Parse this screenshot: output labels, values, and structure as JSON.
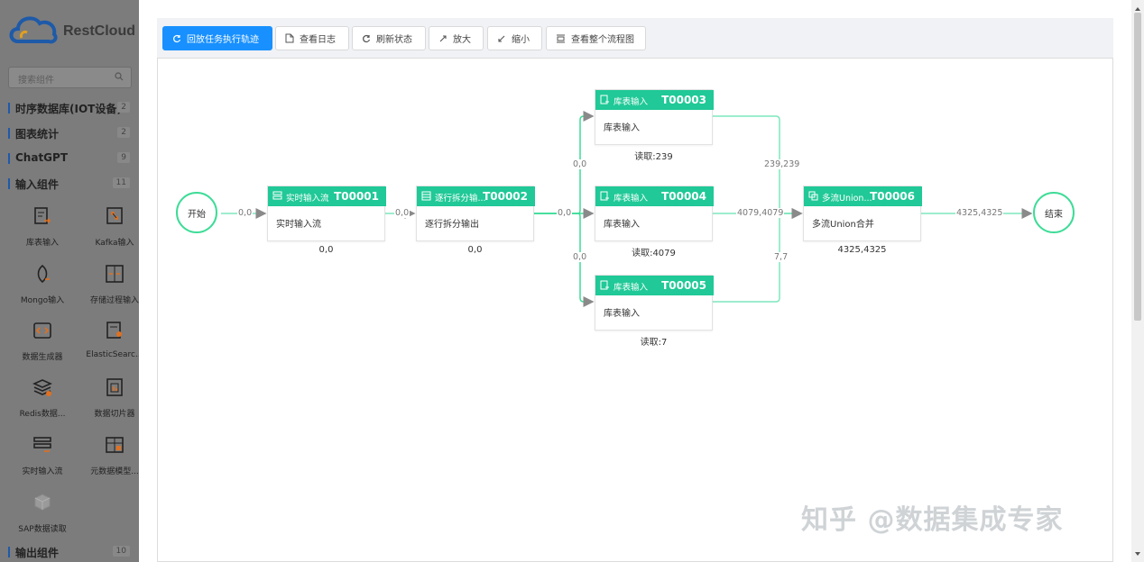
{
  "brand": {
    "name": "RestCloud",
    "cloud_color": "#1e5aa8",
    "accent_color": "#3ddc97"
  },
  "sidebar": {
    "search_placeholder": "搜索组件",
    "categories": [
      {
        "label": "时序数据库(IOT设备)",
        "count": "2"
      },
      {
        "label": "图表统计",
        "count": "2"
      },
      {
        "label": "ChatGPT",
        "count": "9"
      },
      {
        "label": "输入组件",
        "count": "11"
      },
      {
        "label": "输出组件",
        "count": "10"
      }
    ],
    "components": [
      {
        "name": "库表输入",
        "icon": "table-input-icon"
      },
      {
        "name": "Kafka输入",
        "icon": "kafka-input-icon"
      },
      {
        "name": "Mongo输入",
        "icon": "mongo-leaf-icon"
      },
      {
        "name": "存储过程输入",
        "icon": "stored-procedure-icon"
      },
      {
        "name": "数据生成器",
        "icon": "code-generator-icon"
      },
      {
        "name": "ElasticSearc...",
        "icon": "elasticsearch-icon"
      },
      {
        "name": "Redis数据...",
        "icon": "redis-stack-icon"
      },
      {
        "name": "数据切片器",
        "icon": "data-slicer-icon"
      },
      {
        "name": "实时输入流",
        "icon": "realtime-stream-icon"
      },
      {
        "name": "元数据模型...",
        "icon": "metadata-model-icon"
      },
      {
        "name": "SAP数据读取",
        "icon": "sap-cube-icon"
      }
    ]
  },
  "toolbar": {
    "replay": "回放任务执行轨迹",
    "logs": "查看日志",
    "refresh": "刷新状态",
    "zoom_in": "放大",
    "zoom_out": "缩小",
    "fit": "查看整个流程图"
  },
  "flow": {
    "start": "开始",
    "end": "结束",
    "nodes": [
      {
        "title": "实时输入流",
        "id": "T00001",
        "body": "实时输入流",
        "caption": "0,0"
      },
      {
        "title": "逐行拆分输...",
        "id": "T00002",
        "body": "逐行拆分输出",
        "caption": "0,0"
      },
      {
        "title": "库表输入",
        "id": "T00003",
        "body": "库表输入",
        "caption": "读取:239"
      },
      {
        "title": "库表输入",
        "id": "T00004",
        "body": "库表输入",
        "caption": "读取:4079"
      },
      {
        "title": "库表输入",
        "id": "T00005",
        "body": "库表输入",
        "caption": "读取:7"
      },
      {
        "title": "多流Union...",
        "id": "T00006",
        "body": "多流Union合并",
        "caption": "4325,4325"
      }
    ],
    "edge_labels": {
      "start_t1": "0,0",
      "t1_t2": "0,0",
      "t2_t3": "0,0",
      "t2_t4": "0,0",
      "t2_t5": "0,0",
      "t3_t6": "239,239",
      "t4_t6": "4079,4079",
      "t5_t6": "7,7",
      "t6_end": "4325,4325"
    }
  },
  "watermark": "知乎 @数据集成专家"
}
